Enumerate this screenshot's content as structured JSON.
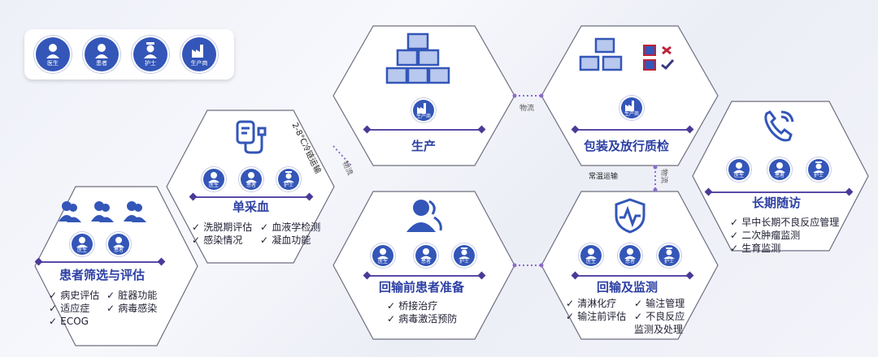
{
  "roles": {
    "doctor": "医生",
    "patient": "患者",
    "nurse": "护士",
    "manufacturer": "生产商"
  },
  "nodes": {
    "screening": {
      "title": "患者筛选与评估",
      "items": [
        "病史评估",
        "适应症",
        "ECOG",
        "脏器功能",
        "病毒感染"
      ]
    },
    "apheresis": {
      "title": "单采血",
      "items": [
        "洗脱期评估",
        "感染情况",
        "血液学检测",
        "凝血功能"
      ]
    },
    "production": {
      "title": "生产"
    },
    "packaging": {
      "title": "包装及放行质检"
    },
    "followup": {
      "title": "长期随访",
      "items": [
        "早中长期不良反应管理",
        "二次肿瘤监测",
        "生育监测"
      ]
    },
    "preparation": {
      "title": "回输前患者准备",
      "items": [
        "桥接治疗",
        "病毒激活预防"
      ]
    },
    "infusion": {
      "title": "回输及监测",
      "items": [
        "清淋化疗",
        "输注前评估",
        "输注管理",
        "不良反应监测及处理"
      ]
    }
  },
  "links": {
    "cold_chain": "2-8°C冷链运输",
    "logistics": "物流",
    "room_temp": "常温运输"
  },
  "colors": {
    "primary": "#3356b8",
    "title": "#2c3fa3",
    "hex_border": "#6e6e80",
    "connector": "#8b6cc9"
  }
}
